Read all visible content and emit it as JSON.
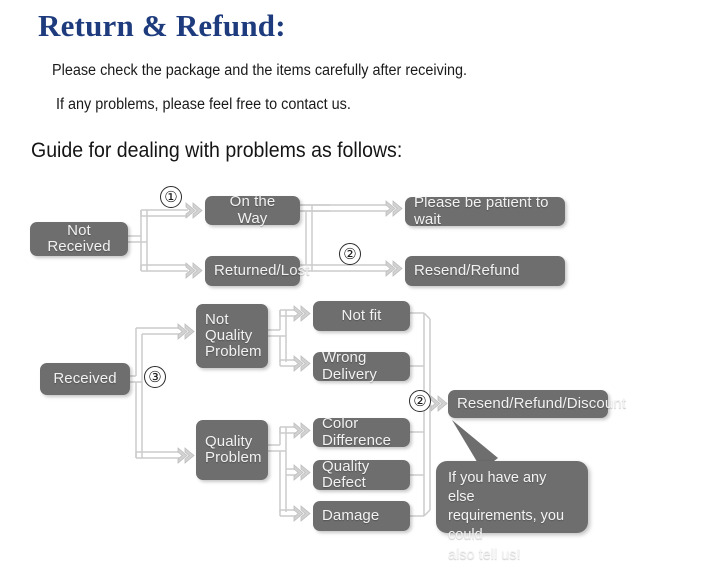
{
  "header": {
    "title": "Return & Refund:",
    "line1": "Please check the package and the items carefully after receiving.",
    "line2": "If any problems, please feel free to contact us.",
    "guide": "Guide for dealing with problems as follows:",
    "title_color": "#1d3b7d"
  },
  "flow": {
    "node_fill": "#6e6e6e",
    "node_text_color": "#f2f2f2",
    "connector_color": "#c9c9c9",
    "nodes": {
      "not_received": "Not Received",
      "on_the_way": "On the Way",
      "returned_lost": "Returned/Lost",
      "please_wait": "Please be patient to wait",
      "resend_refund": "Resend/Refund",
      "received": "Received",
      "not_quality_problem": "Not\nQuality\nProblem",
      "quality_problem": "Quality\nProblem",
      "not_fit": "Not fit",
      "wrong_delivery": "Wrong Delivery",
      "color_difference": "Color Difference",
      "quality_defect": "Quality Defect",
      "damage": "Damage",
      "resend_refund_discount": "Resend/Refund/Discount"
    },
    "markers": {
      "m1": "①",
      "m2a": "②",
      "m2b": "②",
      "m3": "③"
    },
    "callout": "If you have any else\nrequirements, you could\nalso tell us!"
  }
}
